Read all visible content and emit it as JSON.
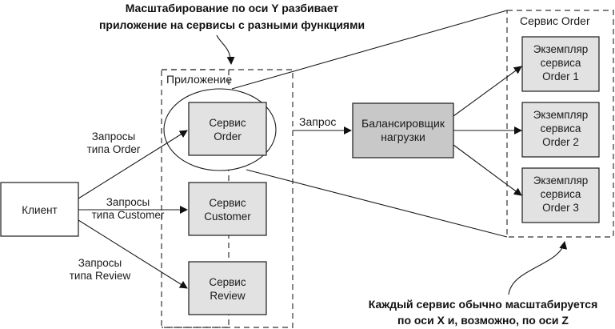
{
  "annotations": {
    "top_line1": "Масштабирование по оси Y разбивает",
    "top_line2": "приложение на сервисы с разными функциями",
    "bottom_line1": "Каждый сервис обычно масштабируется",
    "bottom_line2": "по оси X и, возможно, по оси Z"
  },
  "client": {
    "label": "Клиент"
  },
  "requests": {
    "order": [
      "Запросы",
      "типа Order"
    ],
    "customer": [
      "Запросы",
      "типа Customer"
    ],
    "review": [
      "Запросы",
      "типа Review"
    ]
  },
  "application": {
    "title": "Приложение",
    "services": [
      {
        "line1": "Сервис",
        "line2": "Order"
      },
      {
        "line1": "Сервис",
        "line2": "Customer"
      },
      {
        "line1": "Сервис",
        "line2": "Review"
      }
    ]
  },
  "request_label": "Запрос",
  "load_balancer": {
    "line1": "Балансировщик",
    "line2": "нагрузки"
  },
  "order_service_group": {
    "title": "Сервис Order",
    "instances": [
      {
        "line1": "Экземпляр",
        "line2": "сервиса",
        "line3": "Order 1"
      },
      {
        "line1": "Экземпляр",
        "line2": "сервиса",
        "line3": "Order 2"
      },
      {
        "line1": "Экземпляр",
        "line2": "сервиса",
        "line3": "Order 3"
      }
    ]
  }
}
